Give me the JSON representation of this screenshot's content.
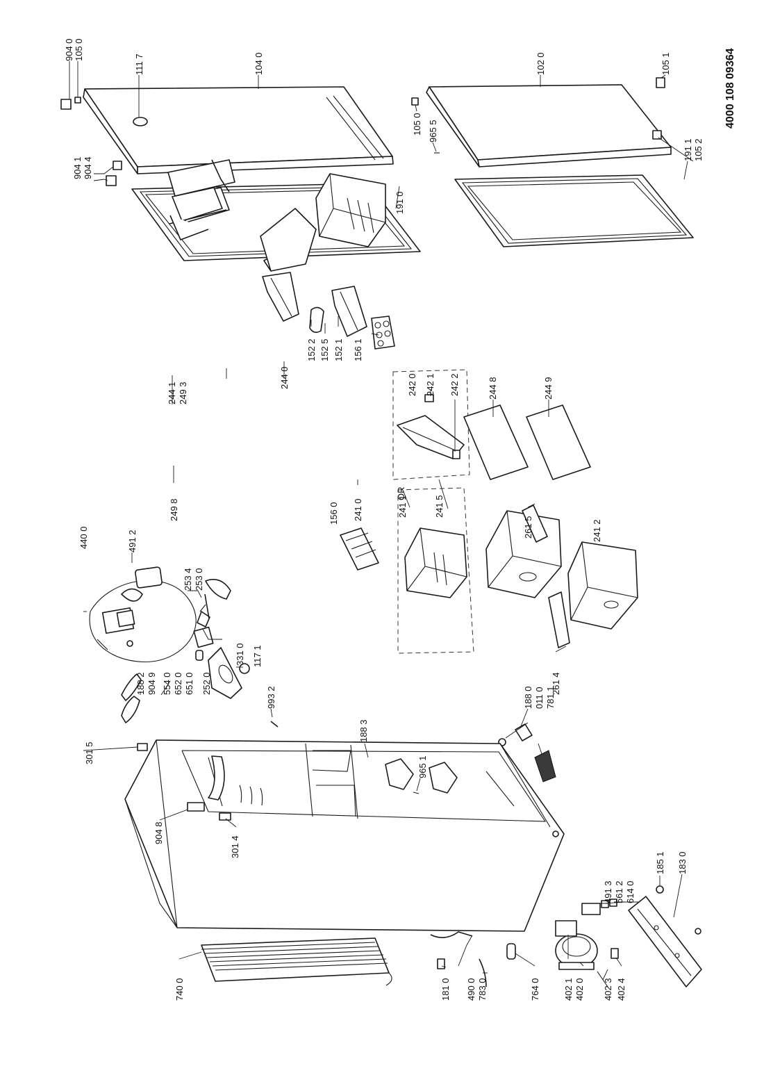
{
  "doc_number": "4000 108 09364",
  "or_text": "OR",
  "labels": {
    "l9040": "904 0",
    "l1050a": "105 0",
    "l1117": "111 7",
    "l1040": "104 0",
    "l1020": "102 0",
    "l1051": "105 1",
    "l1050b": "105 0",
    "l9655": "965 5",
    "l1911": "191 1",
    "l1052": "105 2",
    "l9041": "904 1",
    "l9044": "904 4",
    "l1910": "191 0",
    "l2441": "244 1",
    "l2493": "249 3",
    "l2440": "244 0",
    "l1522": "152 2",
    "l1525": "152 5",
    "l1521": "152 1",
    "l1561": "156 1",
    "l2420": "242 0",
    "l2421": "242 1",
    "l2422": "242 2",
    "l2448": "244 8",
    "l2449": "244 9",
    "l2498": "249 8",
    "l2410": "241 0",
    "l1560": "156 0",
    "l2411": "241 1",
    "l2415": "241 5",
    "l2615": "261 5",
    "l2412": "241 2",
    "l2614": "261 4",
    "l4400": "440 0",
    "l4912": "491 2",
    "l2534": "253 4",
    "l2530": "253 0",
    "l1171": "117 1",
    "l3310": "331 0",
    "l5540": "554 0",
    "l6520": "652 0",
    "l6510": "651 0",
    "l2520": "252 0",
    "l1882": "188 2",
    "l9049": "904 9",
    "l9932": "993 2",
    "l1883": "188 3",
    "l1880": "188 0",
    "l0110": "011 0",
    "l7811": "781 1",
    "l3015": "301 5",
    "l9651": "965 1",
    "l9048": "904 8",
    "l3014": "301 4",
    "l4913": "491 3",
    "l5612": "561 2",
    "l6140": "614 0",
    "l1851": "185 1",
    "l1830": "183 0",
    "l7400": "740 0",
    "l1810": "181 0",
    "l4900": "490 0",
    "l7830": "783 0",
    "l7640": "764 0",
    "l4021": "402 1",
    "l4020": "402 0",
    "l4023": "402 3",
    "l4024": "402 4"
  }
}
